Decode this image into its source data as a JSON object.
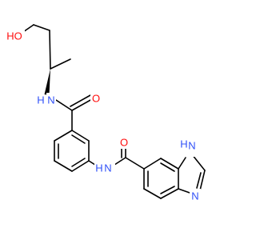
{
  "molecule": {
    "atom_colors": {
      "O": "#ff0d0d",
      "N": "#3050f8"
    },
    "labels": {
      "hydroxyl": "HO",
      "amide_nh_top": "N",
      "amide_h_top": "H",
      "carbonyl_o_top": "O",
      "amide_nh_bottom": "N",
      "amide_h_bottom": "H",
      "carbonyl_o_bottom": "O",
      "imidazole_nh": "N",
      "imidazole_h": "H",
      "imidazole_n": "N"
    }
  }
}
